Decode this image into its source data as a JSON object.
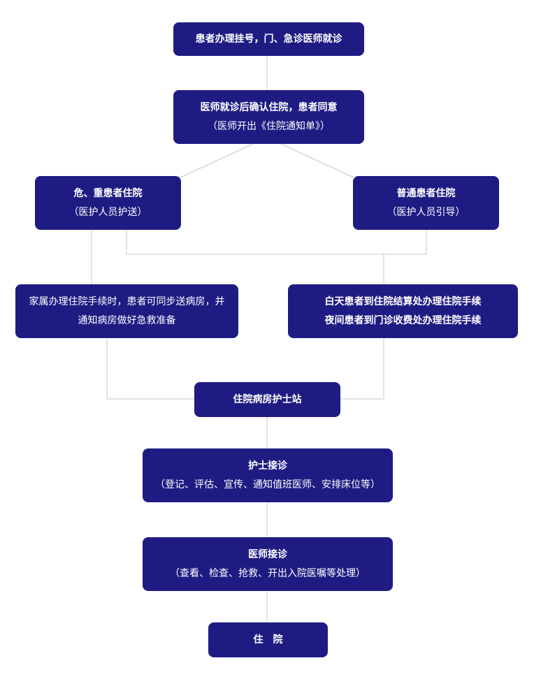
{
  "flowchart": {
    "register": {
      "line1": "患者办理挂号，门、急诊医师就诊"
    },
    "confirm": {
      "line1": "医师就诊后确认住院，患者同意",
      "line2": "（医师开出《住院通知单》）"
    },
    "critical": {
      "line1": "危、重患者住院",
      "line2": "（医护人员护送）"
    },
    "normal": {
      "line1": "普通患者住院",
      "line2": "（医护人员引导）"
    },
    "family": {
      "line1": "家属办理住院手续时，患者可同步送病房，并",
      "line2": "通知病房做好急救准备"
    },
    "settlement": {
      "line1": "白天患者到住院结算处办理住院手续",
      "line2": "夜间患者到门诊收费处办理住院手续"
    },
    "nurse_station": {
      "line1": "住院病房护士站"
    },
    "nurse_reception": {
      "line1": "护士接诊",
      "line2": "（登记、评估、宣传、通知值班医师、安排床位等）"
    },
    "doctor_reception": {
      "line1": "医师接诊",
      "line2": "（查看、检查、抢救、开出入院医嘱等处理）"
    },
    "admission": {
      "line1": "住　院"
    }
  },
  "colors": {
    "node_fill": "#1e1c83",
    "node_text": "#ffffff",
    "connector": "#c8c8c8",
    "background": "#ffffff"
  }
}
